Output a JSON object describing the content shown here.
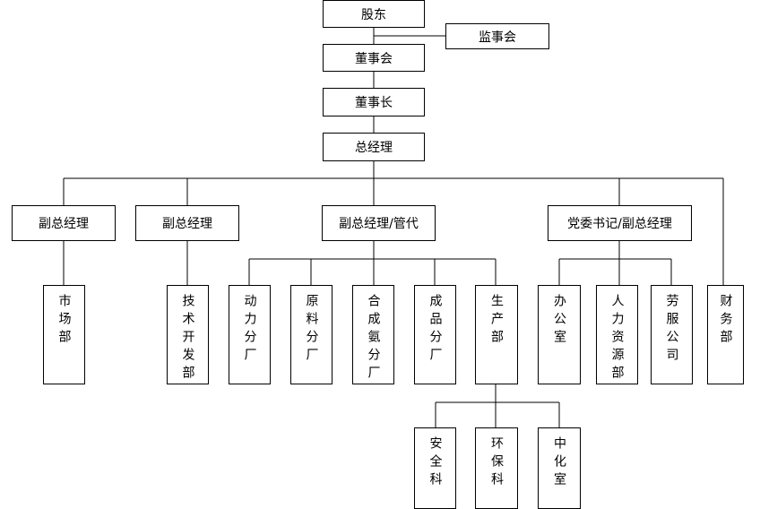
{
  "nodes": {
    "shareholders": "股东",
    "supervisory_board": "监事会",
    "board_of_directors": "董事会",
    "chairman": "董事长",
    "general_manager": "总经理",
    "deputy_gm_1": "副总经理",
    "deputy_gm_2": "副总经理",
    "deputy_gm_acting": "副总经理/管代",
    "party_secretary_deputy_gm": "党委书记/副总经理",
    "marketing_dept": "市场部",
    "tech_dev_dept": "技术开发部",
    "power_plant": "动力分厂",
    "raw_material_plant": "原料分厂",
    "ammonia_plant": "合成氨分厂",
    "finished_product_plant": "成品分厂",
    "production_dept": "生产部",
    "office": "办公室",
    "hr_dept": "人力资源部",
    "labor_service_company": "劳服公司",
    "finance_dept": "财务部",
    "safety_section": "安全科",
    "environmental_section": "环保科",
    "central_lab": "中化室"
  }
}
